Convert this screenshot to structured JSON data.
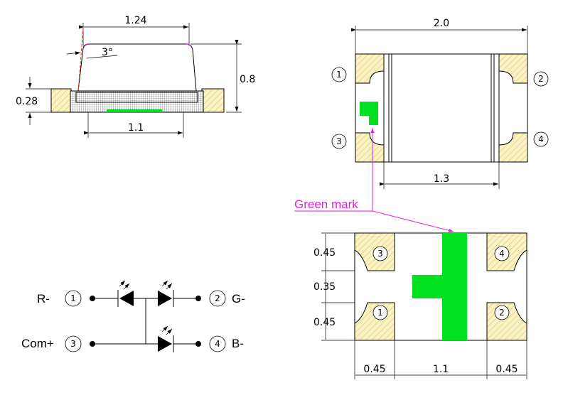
{
  "side_view": {
    "dim_top": "1.24",
    "dim_angle": "3°",
    "dim_height": "0.8",
    "dim_base": "0.28",
    "dim_bottom": "1.1"
  },
  "top_view": {
    "dim_width": "2.0",
    "dim_inner": "1.3",
    "pins": [
      "1",
      "2",
      "3",
      "4"
    ],
    "green_mark_label": "Green mark"
  },
  "bottom_view": {
    "dims_left": [
      "0.45",
      "0.35",
      "0.45"
    ],
    "dims_bottom": [
      "0.45",
      "1.1",
      "0.45"
    ],
    "pads": [
      "3",
      "4",
      "1",
      "2"
    ]
  },
  "schematic": {
    "left_labels": [
      "R-",
      "Com+"
    ],
    "right_labels": [
      "G-",
      "B-"
    ],
    "pins": [
      "1",
      "3",
      "2",
      "4"
    ]
  },
  "colors": {
    "green": "#00e020",
    "magenta": "#e020e0",
    "pad_fill": "#fbf3c4",
    "pad_hatch": "#d8c86a",
    "grid": "#8a8a8a"
  }
}
